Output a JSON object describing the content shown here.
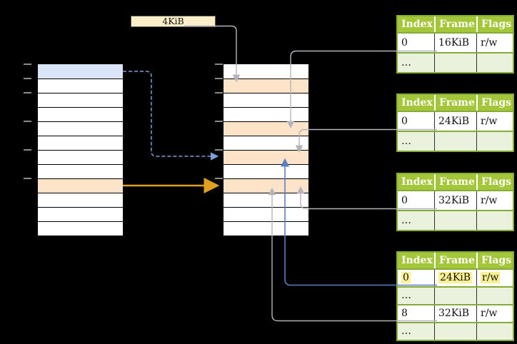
{
  "colors": {
    "background": "#000000",
    "cell_white": "#ffffff",
    "cell_blue": "#d9e4f6",
    "cell_orange": "#fde3c8",
    "box_cream": "#fbeec9",
    "table_header_green": "#a4c639",
    "table_border_green": "#85ab38",
    "table_row_green": "#eaf1dc",
    "highlight_yellow": "#fbf092",
    "connector_gray": "#b3b3bb",
    "arrow_blue": "#5b7fc0",
    "arrow_blue_dashed": "#7f9fd8",
    "arrow_orange": "#dfa020",
    "tick_gray": "#8a8a8a"
  },
  "size_box": {
    "label": "4KiB"
  },
  "memory_columns": {
    "tick_offsets": [
      0,
      20,
      40,
      80,
      120,
      160
    ],
    "left": {
      "rows": 12,
      "highlights": {
        "0": "blue",
        "8": "orange"
      }
    },
    "middle": {
      "rows": 12,
      "highlights": {
        "1": "orange",
        "4": "orange",
        "6": "orange",
        "8": "orange"
      }
    }
  },
  "frame_tables": [
    {
      "headers": [
        "Index",
        "Frame",
        "Flags"
      ],
      "rows": [
        {
          "cells": [
            "0",
            "16KiB",
            "r/w"
          ],
          "shaded": false,
          "highlight": false
        },
        {
          "cells": [
            "…",
            "",
            ""
          ],
          "shaded": true,
          "highlight": false
        }
      ]
    },
    {
      "headers": [
        "Index",
        "Frame",
        "Flags"
      ],
      "rows": [
        {
          "cells": [
            "0",
            "24KiB",
            "r/w"
          ],
          "shaded": false,
          "highlight": false
        },
        {
          "cells": [
            "…",
            "",
            ""
          ],
          "shaded": true,
          "highlight": false
        }
      ]
    },
    {
      "headers": [
        "Index",
        "Frame",
        "Flags"
      ],
      "rows": [
        {
          "cells": [
            "0",
            "32KiB",
            "r/w"
          ],
          "shaded": false,
          "highlight": false
        },
        {
          "cells": [
            "…",
            "",
            ""
          ],
          "shaded": true,
          "highlight": false
        }
      ]
    },
    {
      "headers": [
        "Index",
        "Frame",
        "Flags"
      ],
      "rows": [
        {
          "cells": [
            "0",
            "24KiB",
            "r/w"
          ],
          "shaded": false,
          "highlight": true
        },
        {
          "cells": [
            "…",
            "",
            ""
          ],
          "shaded": true,
          "highlight": false
        },
        {
          "cells": [
            "8",
            "32KiB",
            "r/w"
          ],
          "shaded": false,
          "highlight": false
        },
        {
          "cells": [
            "…",
            "",
            ""
          ],
          "shaded": true,
          "highlight": false
        }
      ]
    }
  ]
}
